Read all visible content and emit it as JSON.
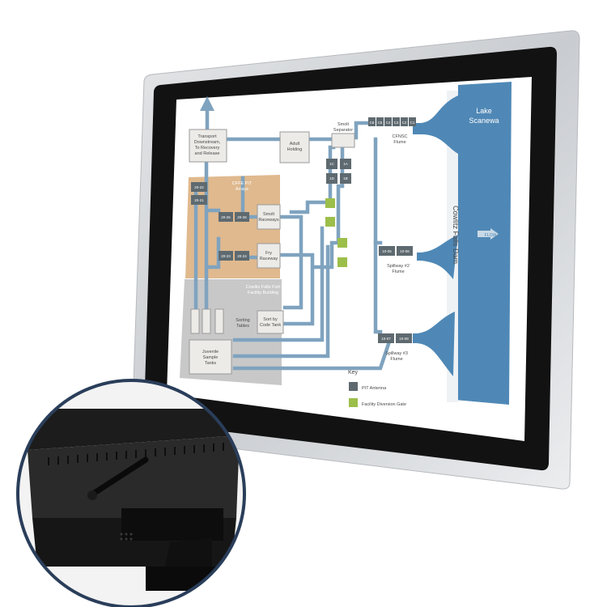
{
  "diagram": {
    "lake_label_line1": "Lake",
    "lake_label_line2": "Scanewa",
    "dam_label": "Cowlitz Falls Dam",
    "flow_label": "FLOW",
    "transport_line1": "Transport",
    "transport_line2": "Downstream,",
    "transport_line3": "To Recovery",
    "transport_line4": "and Release",
    "adult_holding_line1": "Adult",
    "adult_holding_line2": "Holding",
    "smolt_separator_line1": "Smolt",
    "smolt_separator_line2": "Separator",
    "cffe_line1": "CFFE PIT",
    "cffe_line2": "Arrays",
    "smolt_raceways_line1": "Smolt",
    "smolt_raceways_line2": "Raceways",
    "fry_raceway_line1": "Fry",
    "fry_raceway_line2": "Raceway",
    "building_line1": "Cowlitz Falls Fish",
    "building_line2": "Facility Building",
    "sorting_tables_line1": "Sorting",
    "sorting_tables_line2": "Tables",
    "sort_code_line1": "Sort by",
    "sort_code_line2": "Code Tank",
    "juvenile_line1": "Juvenile",
    "juvenile_line2": "Sample",
    "juvenile_line3": "Tanks",
    "cfnsc_line1": "CFNSC",
    "cfnsc_line2": "Flume",
    "spillway2_line1": "Spillway #2",
    "spillway2_line2": "Flume",
    "spillway3_line1": "Spillway #3",
    "spillway3_line2": "Flume",
    "antennas": {
      "c6": "C6",
      "c5": "C5",
      "c4": "C4",
      "c3": "C3",
      "c2": "C2",
      "c1": "C1",
      "a2022": "20-22",
      "a2021": "20-21",
      "a2025": "20-25",
      "a2026": "20-26",
      "a2023": "20-23",
      "a2024": "20-24",
      "s1c": "1C",
      "s1a": "1A",
      "s1d": "1D",
      "s1b": "1B",
      "a1005": "10-05",
      "a1006": "10-06",
      "a1007": "10-07",
      "a1008": "10-08"
    },
    "key_title": "Key",
    "key_pit": "PIT Antenna",
    "key_gate": "Facility Diversion Gate"
  },
  "colors": {
    "pipe": "#7fa3bf",
    "water": "#4f88b6",
    "antenna": "#5e6a70",
    "gate": "#9cbe4a",
    "cffe_zone": "#e0b98e",
    "building_zone": "#c8c8c8"
  }
}
